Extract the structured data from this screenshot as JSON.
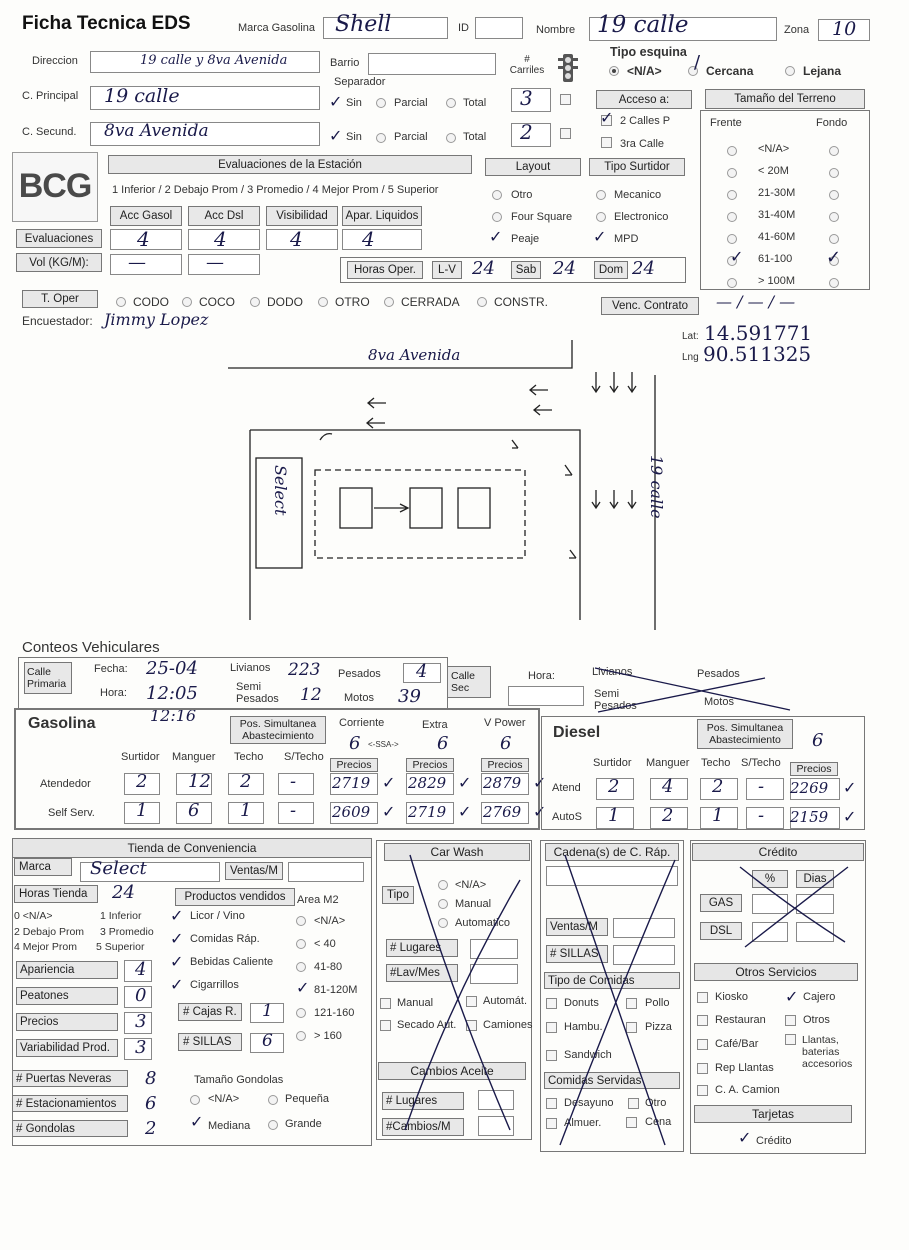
{
  "header": {
    "title": "Ficha Tecnica EDS",
    "marca_label": "Marca Gasolina",
    "marca_value": "Shell",
    "id_label": "ID",
    "nombre_label": "Nombre",
    "nombre_value": "19 calle",
    "zona_label": "Zona",
    "zona_value": "10"
  },
  "address": {
    "direccion_label": "Direccion",
    "direccion_value": "19 calle y 8va Avenida",
    "barrio_label": "Barrio",
    "carriles_label": "# Carriles",
    "separador_label": "Separador",
    "principal_label": "C. Principal",
    "principal_value": "19 calle",
    "secundaria_label": "C. Secund.",
    "secundaria_value": "8va Avenida",
    "sin": "Sin",
    "parcial": "Parcial",
    "total": "Total",
    "carriles_principal": "3",
    "carriles_secundaria": "2"
  },
  "esquina": {
    "title": "Tipo esquina",
    "na": "<N/A>",
    "cercana": "Cercana",
    "lejana": "Lejana"
  },
  "acceso": {
    "title": "Acceso a:",
    "opt1": "2 Calles P",
    "opt2": "3ra Calle"
  },
  "terreno": {
    "title": "Tamaño del Terreno",
    "frente": "Frente",
    "fondo": "Fondo",
    "options": [
      "<N/A>",
      "< 20M",
      "21-30M",
      "31-40M",
      "41-60M",
      "61-100",
      "> 100M"
    ]
  },
  "evaluaciones": {
    "logo": "BCG",
    "title": "Evaluaciones de la Estación",
    "scale": "1 Inferior / 2 Debajo Prom / 3 Promedio / 4 Mejor Prom / 5 Superior",
    "cols": [
      "Acc Gasol",
      "Acc Dsl",
      "Visibilidad",
      "Apar. Liquidos"
    ],
    "row_label": "Evaluaciones",
    "values": [
      "4",
      "4",
      "4",
      "4"
    ],
    "vol_label": "Vol (KG/M):",
    "vol_values": [
      "—",
      "—"
    ],
    "horas_label": "Horas Oper.",
    "lv": "L-V",
    "lv_v": "24",
    "sab": "Sab",
    "sab_v": "24",
    "dom": "Dom",
    "dom_v": "24"
  },
  "layout": {
    "title": "Layout",
    "options": [
      "Otro",
      "Four Square",
      "Peaje"
    ]
  },
  "surtidor": {
    "title": "Tipo Surtidor",
    "options": [
      "Mecanico",
      "Electronico",
      "MPD"
    ]
  },
  "toper": {
    "label": "T. Oper",
    "options": [
      "CODO",
      "COCO",
      "DODO",
      "OTRO",
      "CERRADA",
      "CONSTR."
    ],
    "venc": "Venc. Contrato",
    "venc_value": "— / — / —"
  },
  "encuestador": {
    "label": "Encuestador:",
    "value": "Jimmy Lopez"
  },
  "coords": {
    "lat_label": "Lat:",
    "lat": "14.591771",
    "lng_label": "Lng",
    "lng": "90.511325"
  },
  "sketch": {
    "street_top": "8va Avenida",
    "street_right": "19 calle",
    "shop": "Select"
  },
  "conteos": {
    "title": "Conteos Vehiculares",
    "calle_primaria": "Calle Primaria",
    "fecha_label": "Fecha:",
    "fecha": "25-04",
    "hora_label": "Hora:",
    "hora": "12:05",
    "hora2": "12:16",
    "livianos_label": "Livianos",
    "livianos": "223",
    "semi_label": "Semi Pesados",
    "semi": "12",
    "pesados_label": "Pesados",
    "pesados": "4",
    "motos_label": "Motos",
    "motos": "39",
    "calle_sec": "Calle Sec",
    "hora_sec_label": "Hora:",
    "livianos_sec": "Livianos",
    "pesados_sec": "Pesados",
    "semi_sec": "Semi Pesados",
    "motos_sec": "Motos"
  },
  "gasolina": {
    "title": "Gasolina",
    "pos_sim": "Pos. Simultanea Abastecimiento",
    "corriente": "Corriente",
    "extra": "Extra",
    "vpower": "V Power",
    "corriente_v": "6",
    "extra_v": "6",
    "vpower_v": "6",
    "note": "<-SSA->",
    "precios": "Precios",
    "cols": [
      "Surtidor",
      "Manguer",
      "Techo",
      "S/Techo"
    ],
    "rows": [
      {
        "label": "Atendedor",
        "vals": [
          "2",
          "12",
          "2",
          "-"
        ],
        "prices": [
          "2719",
          "2829",
          "2879"
        ]
      },
      {
        "label": "Self Serv.",
        "vals": [
          "1",
          "6",
          "1",
          "-"
        ],
        "prices": [
          "2609",
          "2719",
          "2769"
        ]
      }
    ]
  },
  "diesel": {
    "title": "Diesel",
    "pos_sim": "Pos. Simultanea Abastecimiento",
    "pos_v": "6",
    "cols": [
      "Surtidor",
      "Manguer",
      "Techo",
      "S/Techo",
      "Precios"
    ],
    "rows": [
      {
        "label": "Atend",
        "vals": [
          "2",
          "4",
          "2",
          "-"
        ],
        "price": "2269"
      },
      {
        "label": "AutoS",
        "vals": [
          "1",
          "2",
          "1",
          "-"
        ],
        "price": "2159"
      }
    ]
  },
  "tienda": {
    "title": "Tienda de Conveniencia",
    "marca": "Marca",
    "marca_v": "Select",
    "ventas": "Ventas/M",
    "horas": "Horas Tienda",
    "horas_v": "24",
    "productos": "Productos vendidos",
    "area": "Area M2",
    "scale": [
      "0 <N/A>",
      "1 Inferior",
      "2 Debajo Prom",
      "3 Promedio",
      "4 Mejor Prom",
      "5 Superior"
    ],
    "prod_items": [
      "Licor / Vino",
      "Comidas Ráp.",
      "Bebidas Caliente",
      "Cigarrillos"
    ],
    "area_items": [
      "<N/A>",
      "< 40",
      "41-80",
      "81-120M",
      "121-160",
      "> 160"
    ],
    "ratings": [
      {
        "label": "Apariencia",
        "v": "4"
      },
      {
        "label": "Peatones",
        "v": "0"
      },
      {
        "label": "Precios",
        "v": "3"
      },
      {
        "label": "Variabilidad Prod.",
        "v": "3"
      }
    ],
    "cajas": "# Cajas R.",
    "cajas_v": "1",
    "sillas": "# SILLAS",
    "sillas_v": "6",
    "counts": [
      {
        "label": "# Puertas Neveras",
        "v": "8"
      },
      {
        "label": "# Estacionamientos",
        "v": "6"
      },
      {
        "label": "# Gondolas",
        "v": "2"
      }
    ],
    "gondolas": "Tamaño Gondolas",
    "g_opts": [
      "<N/A>",
      "Pequeña",
      "Mediana",
      "Grande"
    ]
  },
  "carwash": {
    "title": "Car Wash",
    "tipo": "Tipo",
    "opts": [
      "<N/A>",
      "Manual",
      "Automatico"
    ],
    "lugares": "# Lugares",
    "lav": "#Lav/Mes",
    "checks": [
      "Manual",
      "Automát.",
      "Secado Aut.",
      "Camiones"
    ],
    "aceite": "Cambios Aceite",
    "a_lugares": "# Lugares",
    "a_cambios": "#Cambios/M"
  },
  "cadena": {
    "title": "Cadena(s) de C. Ráp.",
    "ventas": "Ventas/M",
    "sillas": "# SILLAS",
    "tipo": "Tipo de Comidas",
    "tipo_items": [
      "Donuts",
      "Pollo",
      "Hambu.",
      "Pizza",
      "Sandwich"
    ],
    "servidas": "Comidas Servidas",
    "serv_items": [
      "Desayuno",
      "Otro",
      "Almuer.",
      "Cena"
    ]
  },
  "credito": {
    "title": "Crédito",
    "pct": "%",
    "dias": "Dias",
    "gas": "GAS",
    "dsl": "DSL",
    "otros": "Otros Servicios",
    "items": [
      "Kiosko",
      "Cajero",
      "Restauran",
      "Otros",
      "Café/Bar",
      "Llantas, baterias accesorios",
      "Rep Llantas",
      "C. A. Camion"
    ],
    "tarjetas": "Tarjetas",
    "tarj_item": "Crédito"
  }
}
